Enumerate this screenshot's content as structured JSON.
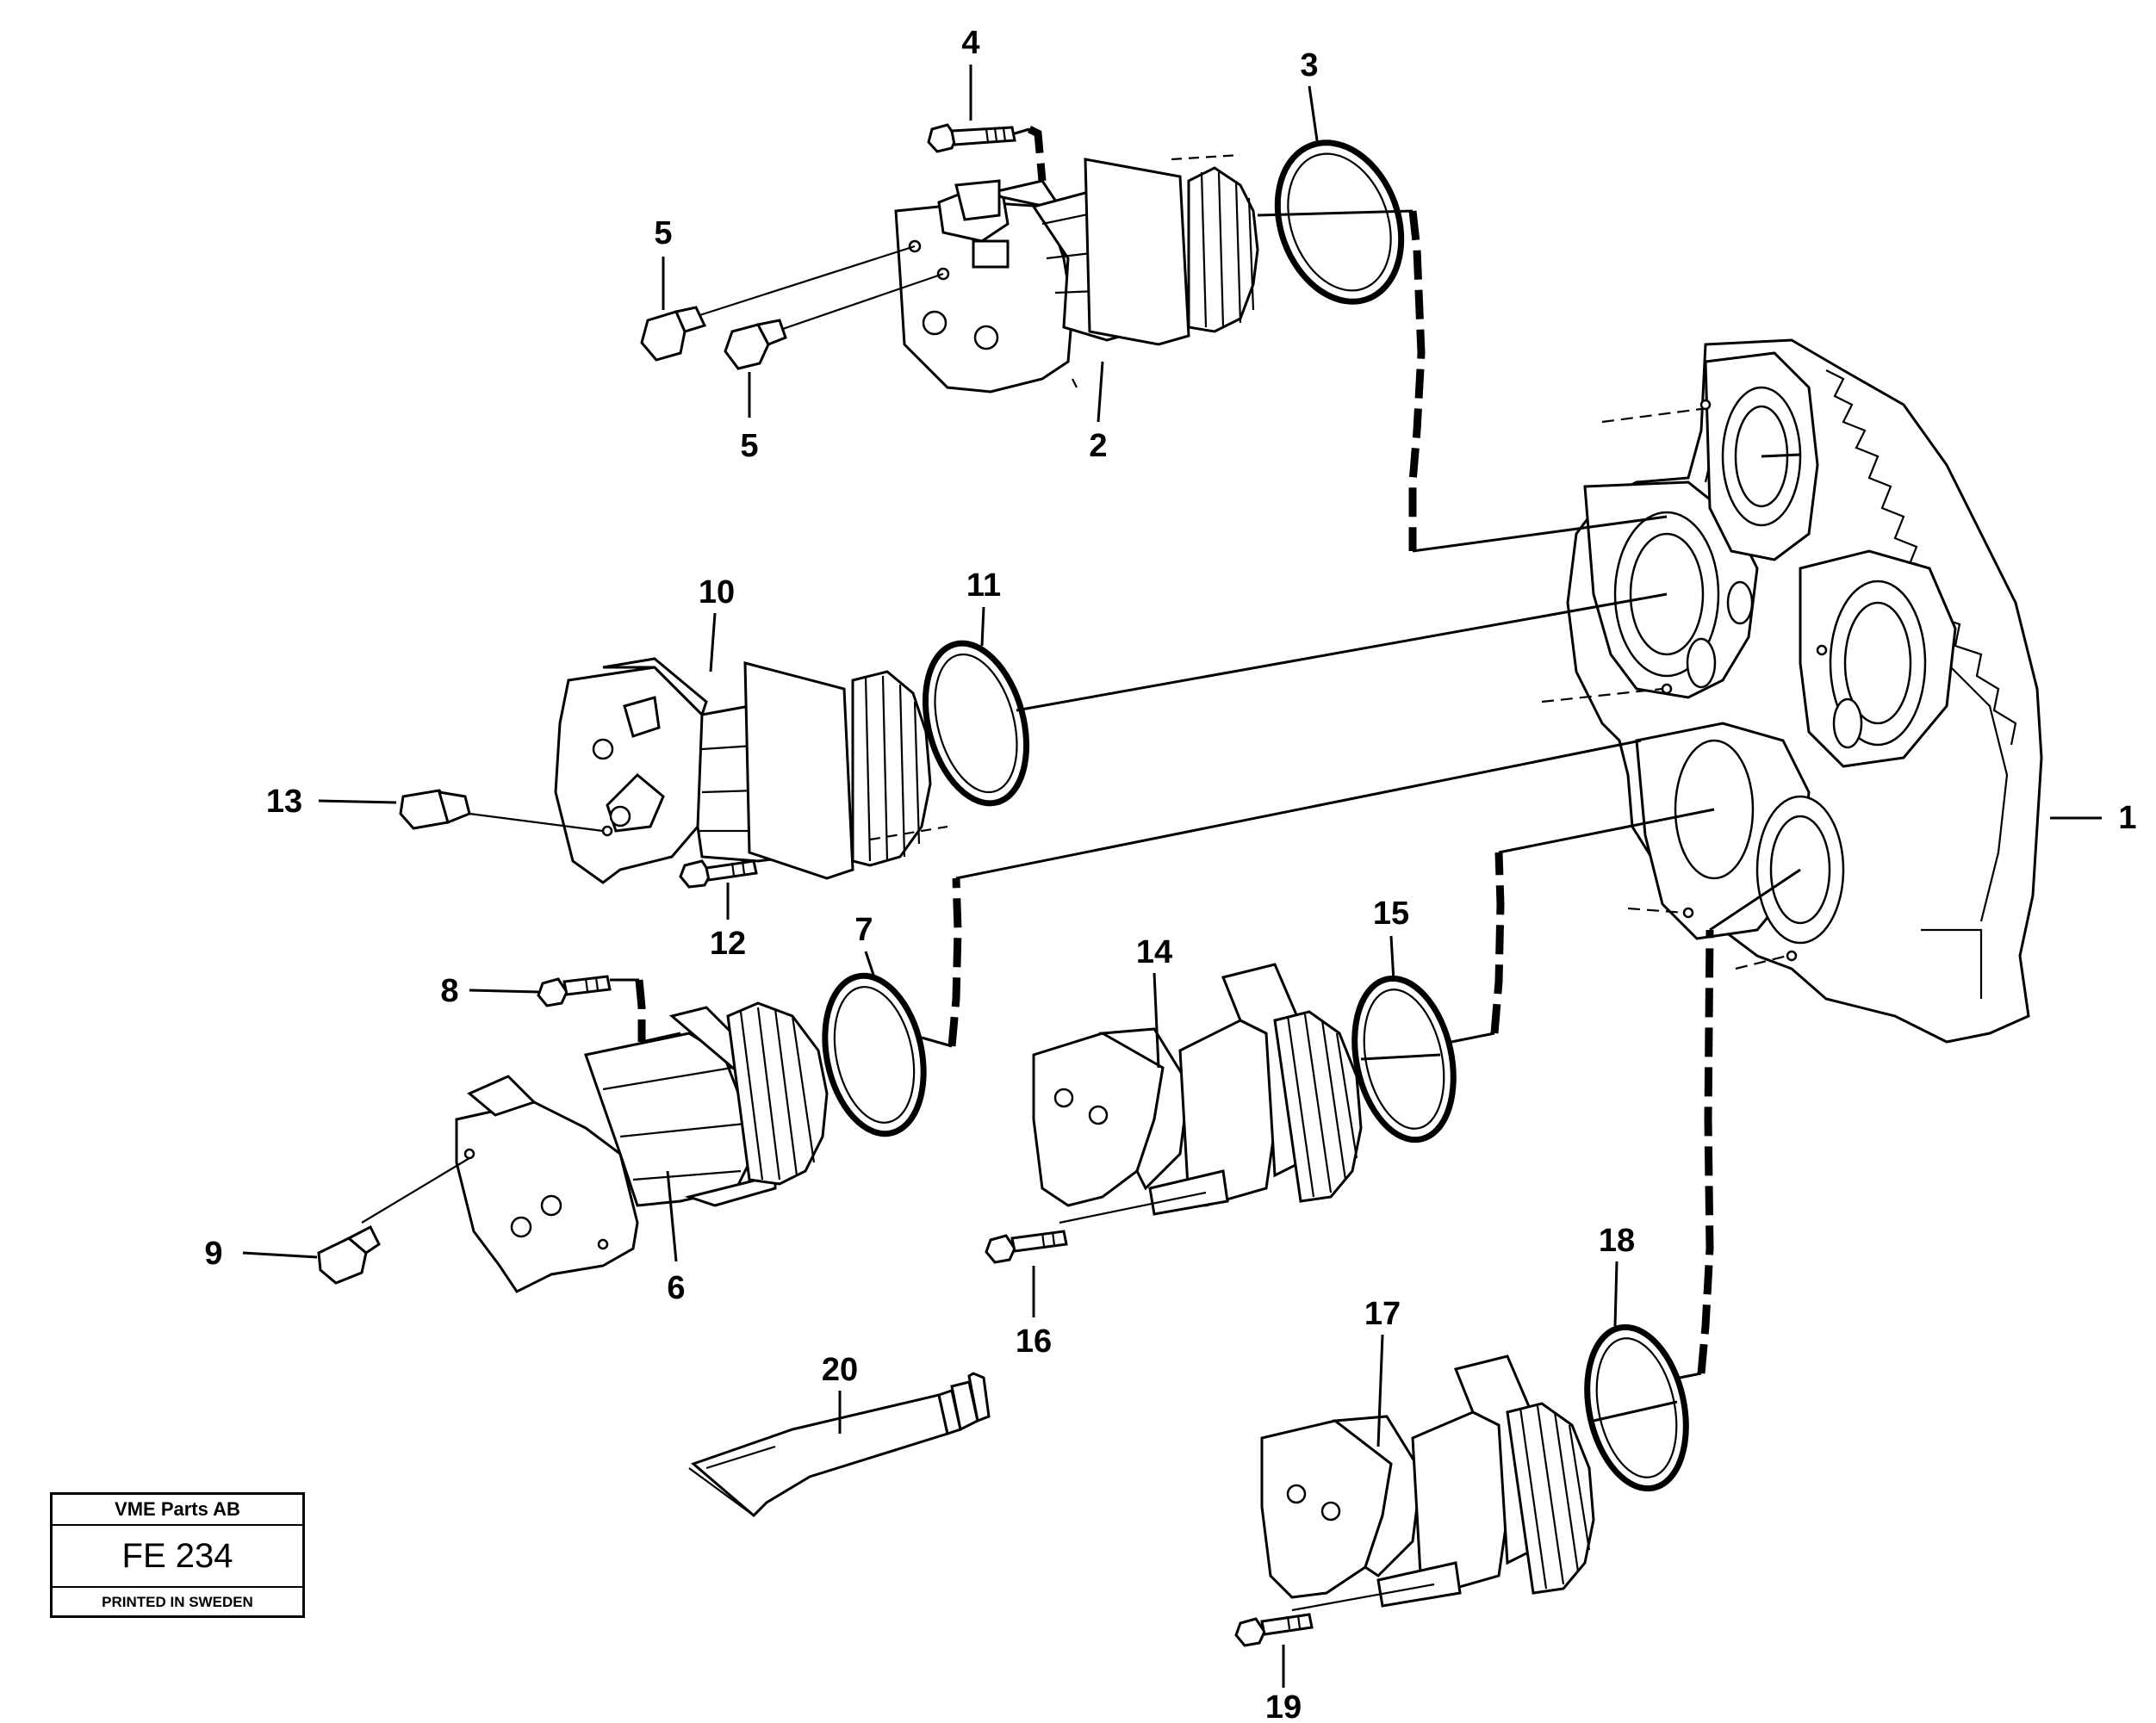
{
  "callouts": {
    "c1": "1",
    "c2": "2",
    "c3": "3",
    "c4": "4",
    "c5a": "5",
    "c5b": "5",
    "c6": "6",
    "c7": "7",
    "c8": "8",
    "c9": "9",
    "c10": "10",
    "c11": "11",
    "c12": "12",
    "c13": "13",
    "c14": "14",
    "c15": "15",
    "c16": "16",
    "c17": "17",
    "c18": "18",
    "c19": "19",
    "c20": "20"
  },
  "title_block": {
    "company": "VME Parts AB",
    "drawing_no": "FE 234",
    "printed": "PRINTED IN SWEDEN"
  }
}
